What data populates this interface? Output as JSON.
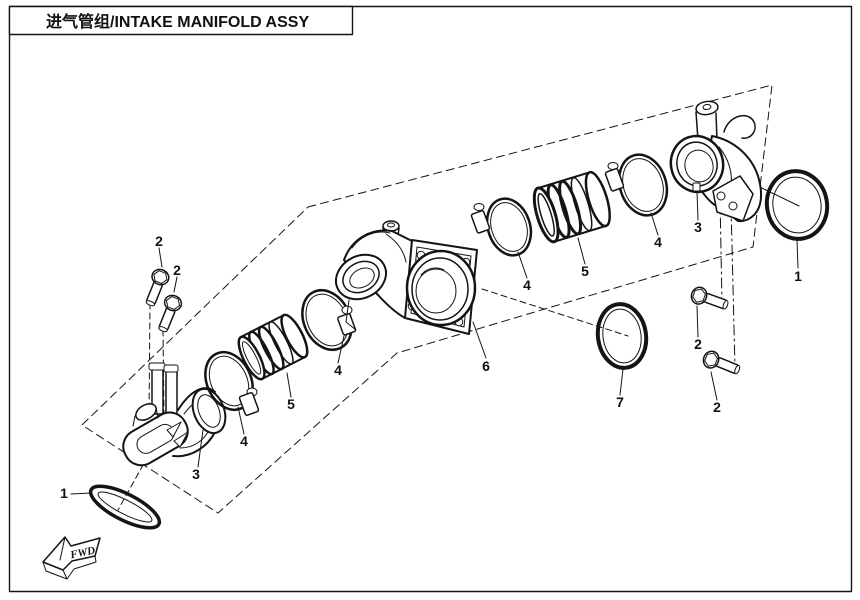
{
  "title": {
    "text": "进气管组/INTAKE MANIFOLD ASSY"
  },
  "fwd": {
    "label": "FWD"
  },
  "colors": {
    "line": "#141414",
    "background": "#ffffff"
  },
  "callouts": [
    {
      "num": "1",
      "part": "gasket-left"
    },
    {
      "num": "2",
      "part": "bolt-left-a"
    },
    {
      "num": "2",
      "part": "bolt-left-b"
    },
    {
      "num": "3",
      "part": "intake-pipe-left"
    },
    {
      "num": "4",
      "part": "clamp-a"
    },
    {
      "num": "5",
      "part": "hose-a"
    },
    {
      "num": "4",
      "part": "clamp-b"
    },
    {
      "num": "6",
      "part": "manifold-body"
    },
    {
      "num": "4",
      "part": "clamp-c"
    },
    {
      "num": "5",
      "part": "hose-b"
    },
    {
      "num": "4",
      "part": "clamp-d"
    },
    {
      "num": "3",
      "part": "intake-pipe-right"
    },
    {
      "num": "1",
      "part": "oring-right"
    },
    {
      "num": "7",
      "part": "oring-center"
    },
    {
      "num": "2",
      "part": "bolt-right-a"
    },
    {
      "num": "2",
      "part": "bolt-right-b"
    }
  ]
}
